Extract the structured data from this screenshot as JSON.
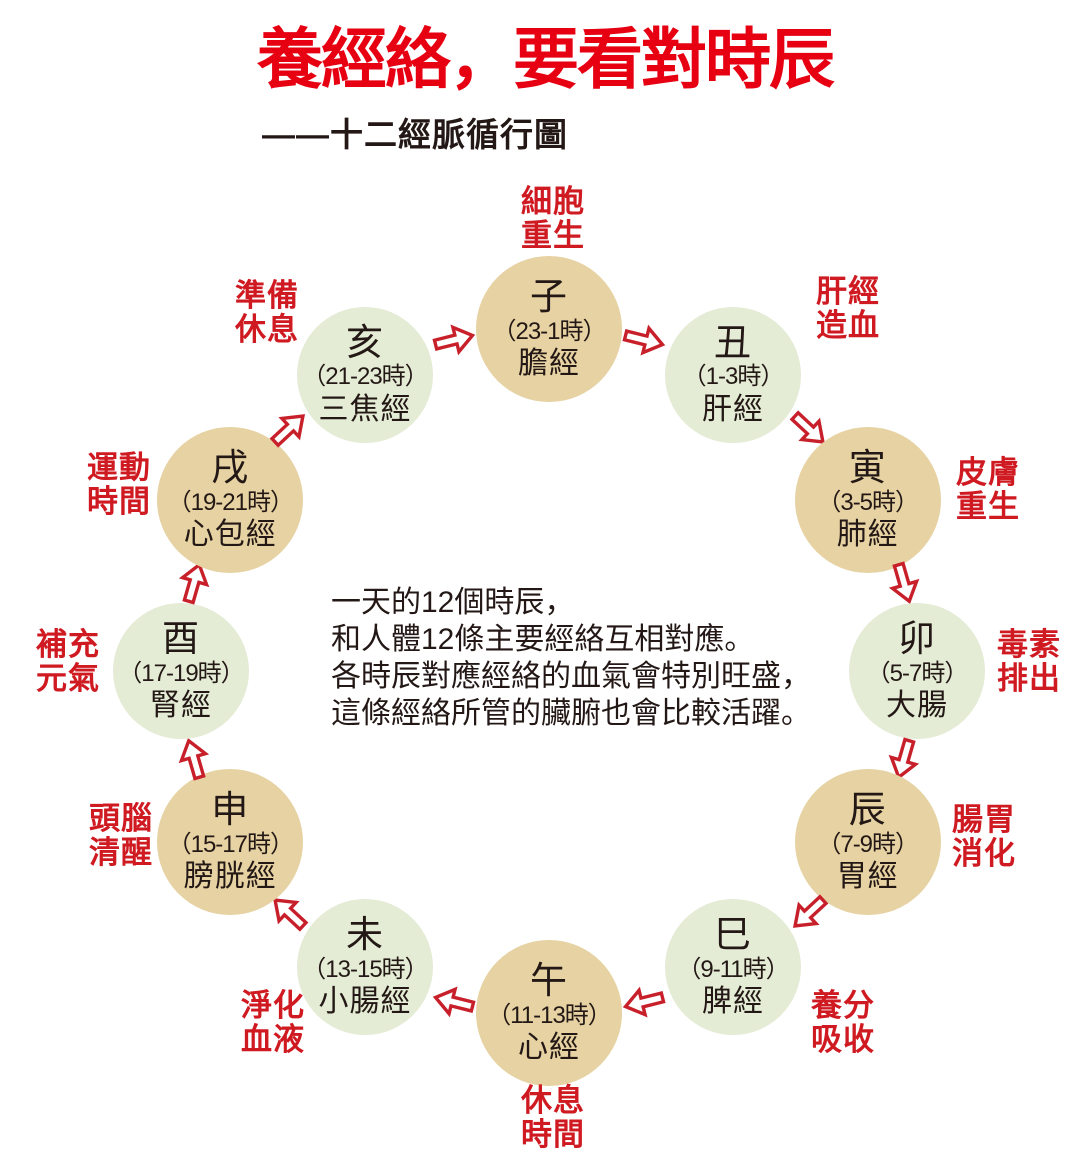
{
  "title": "養經絡，要看對時辰",
  "subtitle": "——十二經脈循行圖",
  "center_text": {
    "lines": [
      "一天的12個時辰，",
      "和人體12條主要經絡互相對應。",
      "各時辰對應經絡的血氣會特別旺盛，",
      "這條經絡所管的臟腑也會比較活躍。"
    ]
  },
  "colors": {
    "title_red": "#e60012",
    "label_red": "#cf1a22",
    "arrow_red": "#c8202a",
    "tan": "#e6d2a2",
    "green": "#e4ecd5",
    "ink": "#231815",
    "background": "#ffffff"
  },
  "icons": [
    {
      "name": "flow-arrow-icon",
      "glyph": "hollow-block-arrow",
      "meaning": "clockwise circulation between meridians"
    }
  ],
  "clock": {
    "direction": "clockwise",
    "items": [
      {
        "branch": "子",
        "time": "（23-1時）",
        "meridian": "膽經",
        "fill": "tan",
        "label": [
          "細胞",
          "重生"
        ]
      },
      {
        "branch": "丑",
        "time": "（1-3時）",
        "meridian": "肝經",
        "fill": "green",
        "label": [
          "肝經",
          "造血"
        ]
      },
      {
        "branch": "寅",
        "time": "（3-5時）",
        "meridian": "肺經",
        "fill": "tan",
        "label": [
          "皮膚",
          "重生"
        ]
      },
      {
        "branch": "卯",
        "time": "（5-7時）",
        "meridian": "大腸",
        "fill": "green",
        "label": [
          "毒素",
          "排出"
        ]
      },
      {
        "branch": "辰",
        "time": "（7-9時）",
        "meridian": "胃經",
        "fill": "tan",
        "label": [
          "腸胃",
          "消化"
        ]
      },
      {
        "branch": "巳",
        "time": "（9-11時）",
        "meridian": "脾經",
        "fill": "green",
        "label": [
          "養分",
          "吸收"
        ]
      },
      {
        "branch": "午",
        "time": "（11-13時）",
        "meridian": "心經",
        "fill": "tan",
        "label": [
          "休息",
          "時間"
        ]
      },
      {
        "branch": "未",
        "time": "（13-15時）",
        "meridian": "小腸經",
        "fill": "green",
        "label": [
          "淨化",
          "血液"
        ]
      },
      {
        "branch": "申",
        "time": "（15-17時）",
        "meridian": "膀胱經",
        "fill": "tan",
        "label": [
          "頭腦",
          "清醒"
        ]
      },
      {
        "branch": "酉",
        "time": "（17-19時）",
        "meridian": "腎經",
        "fill": "green",
        "label": [
          "補充",
          "元氣"
        ]
      },
      {
        "branch": "戌",
        "time": "（19-21時）",
        "meridian": "心包經",
        "fill": "tan",
        "label": [
          "運動",
          "時間"
        ]
      },
      {
        "branch": "亥",
        "time": "（21-23時）",
        "meridian": "三焦經",
        "fill": "green",
        "label": [
          "準備",
          "休息"
        ]
      }
    ]
  }
}
